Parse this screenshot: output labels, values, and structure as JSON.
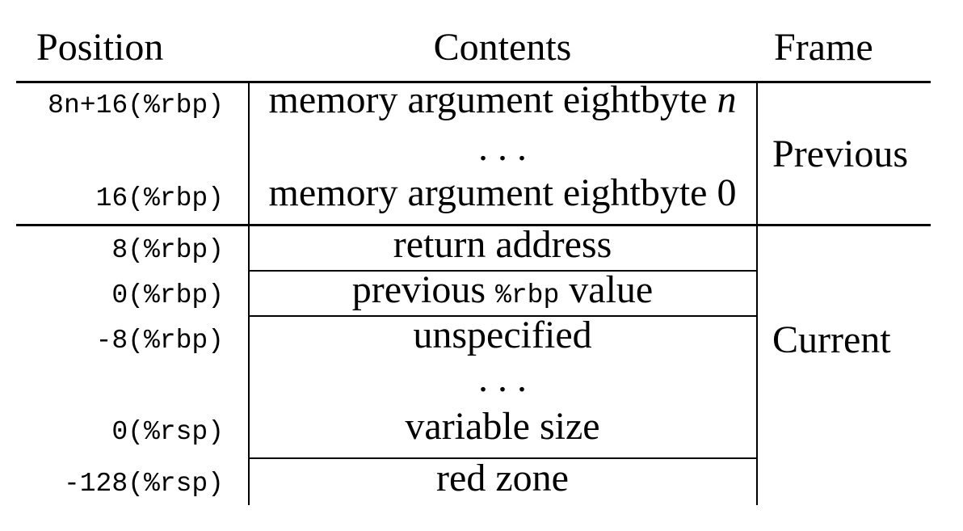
{
  "table": {
    "headers": {
      "position": "Position",
      "contents": "Contents",
      "frame": "Frame"
    },
    "frames": [
      {
        "label": "Previous"
      },
      {
        "label": "Current"
      }
    ],
    "rows": [
      {
        "position": "8n+16(%rbp)",
        "contents": [
          {
            "text": "memory argument eightbyte ",
            "style": "serif"
          },
          {
            "text": "n",
            "style": "math-italic"
          }
        ]
      },
      {
        "position": "",
        "contents": [
          {
            "text": ". . .",
            "style": "serif"
          }
        ]
      },
      {
        "position": "16(%rbp)",
        "contents": [
          {
            "text": "memory argument eightbyte 0",
            "style": "serif"
          }
        ]
      },
      {
        "position": "8(%rbp)",
        "contents": [
          {
            "text": "return address",
            "style": "serif"
          }
        ]
      },
      {
        "position": "0(%rbp)",
        "contents": [
          {
            "text": "previous ",
            "style": "serif"
          },
          {
            "text": "%rbp",
            "style": "mono"
          },
          {
            "text": " value",
            "style": "serif"
          }
        ]
      },
      {
        "position": "-8(%rbp)",
        "contents": [
          {
            "text": "unspecified",
            "style": "serif"
          }
        ]
      },
      {
        "position": "",
        "contents": [
          {
            "text": ". . .",
            "style": "serif"
          }
        ]
      },
      {
        "position": "0(%rsp)",
        "contents": [
          {
            "text": "variable size",
            "style": "serif"
          }
        ]
      },
      {
        "position": "-128(%rsp)",
        "contents": [
          {
            "text": "red zone",
            "style": "serif"
          }
        ]
      }
    ],
    "colors": {
      "background": "#ffffff",
      "text": "#000000",
      "lines": "#000000"
    }
  }
}
